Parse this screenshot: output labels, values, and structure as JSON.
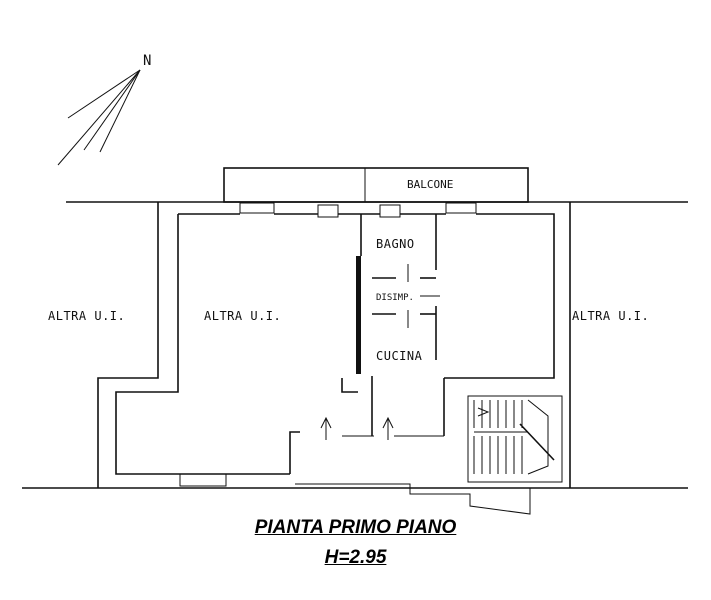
{
  "north_label": "N",
  "rooms": {
    "balcone": "BALCONE",
    "bagno": "BAGNO",
    "disimp": "DISIMP.",
    "cucina": "CUCINA",
    "altra_left": "ALTRA U.I.",
    "altra_center": "ALTRA U.I.",
    "altra_right": "ALTRA U.I."
  },
  "title": "PIANTA PRIMO PIANO",
  "height": "H=2.95",
  "colors": {
    "line": "#111111",
    "background": "#ffffff"
  }
}
